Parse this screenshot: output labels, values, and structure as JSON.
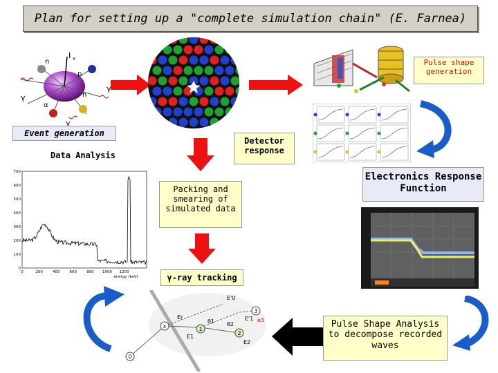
{
  "title": "Plan for setting up a \"complete simulation chain\" (E. Farnea)",
  "labels": {
    "event_generation": "Event generation",
    "data_analysis": "Data Analysis",
    "detector_response": "Detector response",
    "packing_smearing": "Packing and smearing of simulated data",
    "gamma_tracking": "γ-ray tracking",
    "pulse_shape_generation": "Pulse shape generation",
    "electronics_response": "Electronics Response Function",
    "pulse_shape_analysis": "Pulse Shape Analysis to decompose recorded waves"
  },
  "nucleus_labels": {
    "spin": "I",
    "spin_sub": "x",
    "n_left": "n",
    "p": "p",
    "gamma_left": "γ",
    "gamma_right": "γ",
    "n_right": "n",
    "alpha": "α",
    "gamma_bottom": "γ"
  },
  "spectrum": {
    "y_ticks": [
      "700",
      "600",
      "500",
      "400",
      "300",
      "200",
      "100",
      "0"
    ],
    "x_ticks": [
      "0",
      "200",
      "400",
      "600",
      "800",
      "1000",
      "1200"
    ],
    "xlabel": "energy (keV)"
  },
  "tracking_labels": {
    "e0": "E'0",
    "e1": "E'1",
    "er": "Er",
    "e1_label": "E1",
    "theta1": "θ1",
    "theta2": "θ2",
    "e2": "E2",
    "e3": "e3",
    "n0": "0",
    "n1": "1",
    "n2": "2",
    "n3": "3",
    "nx": "x"
  },
  "colors": {
    "arrow_red": "#ee1111",
    "arrow_blue": "#1a5cc8",
    "arrow_black": "#000000",
    "title_bg": "#d4d0c8",
    "label_yellow_bg": "#ffffc8",
    "label_blue_bg": "#e8eaf8"
  }
}
